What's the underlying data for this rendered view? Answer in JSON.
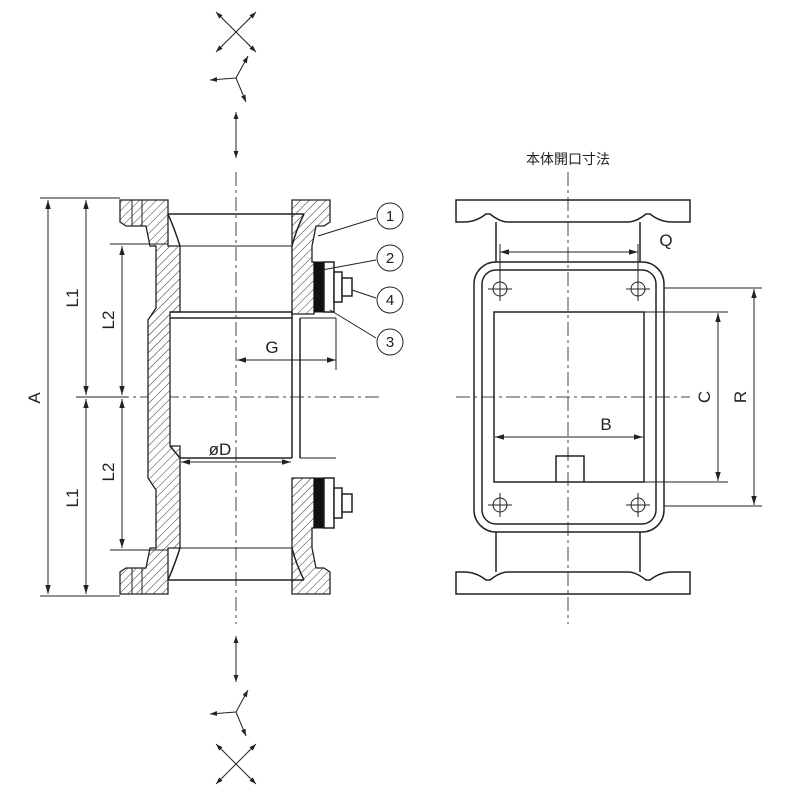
{
  "title": "本体開口寸法",
  "dimensions": {
    "A": "A",
    "L1_top": "L1",
    "L2_top": "L2",
    "L2_bottom": "L2",
    "L1_bottom": "L1",
    "G": "G",
    "D": "øD",
    "Q": "Q",
    "B": "B",
    "C": "C",
    "R": "R"
  },
  "parts": [
    "1",
    "2",
    "4",
    "3"
  ],
  "icons": {
    "top_rotation": "rotation-axes-icon",
    "top_orientation": "tri-orientation-icon",
    "top_flow": "bidirectional-arrow-icon",
    "bottom_flow": "bidirectional-arrow-icon",
    "bottom_orientation": "tri-orientation-icon",
    "bottom_rotation": "rotation-axes-icon"
  }
}
